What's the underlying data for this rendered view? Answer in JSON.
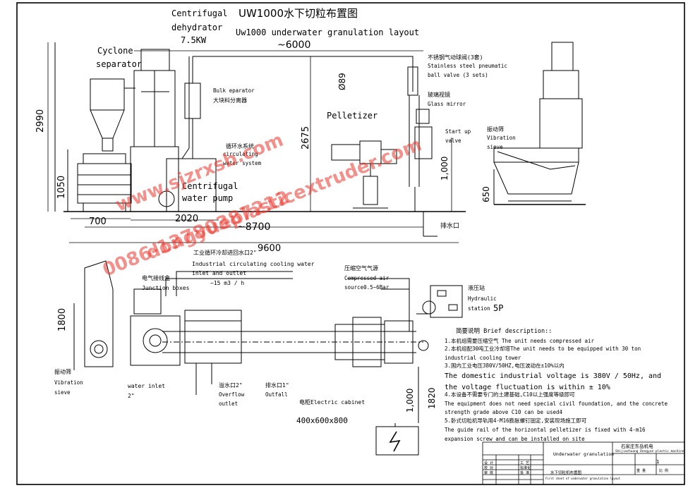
{
  "title": {
    "zh": "UW1000水下切粒布置图",
    "en": "Uw1000 underwater granulation layout"
  },
  "elevation": {
    "centrifugal_dehydrator": "Centrifugal",
    "centrifugal_dehydrator_2": "dehydrator",
    "dehydrator_power": "7.5KW",
    "cyclone": "Cyclone",
    "cyclone_2": "separator",
    "bulk_separator_en": "Bulk eparator",
    "bulk_separator_zh": "大块料分离器",
    "circ_water_zh": "循环水系统",
    "circ_water_en_1": "circulating",
    "circ_water_en_2": "water system",
    "pump_1": "Centrifugal",
    "pump_2": "water pump",
    "pelletizer": "Pelletizer",
    "valve_zh": "不锈钢气动球阀(3套)",
    "valve_en_1": "Stainless steel pneumatic",
    "valve_en_2": "ball valve (3 sets)",
    "glass_zh": "玻璃视镜",
    "glass_en": "Glass mirror",
    "startup_1": "Start up",
    "startup_2": "valve",
    "vib_zh": "振动筛",
    "vib_en_1": "Vibration",
    "vib_en_2": "sieve",
    "drain": "排水口",
    "dim_6000": "~6000",
    "dim_2990": "2990",
    "dim_1050": "1050",
    "dim_700": "700",
    "dim_2020": "2020",
    "dim_8700": "~8700",
    "dim_2675": "2675",
    "dim_89": "Ø89",
    "dim_1000": "1,000",
    "dim_650": "650"
  },
  "plan": {
    "dim_9600": "9600",
    "cooling_zh": "工业循环冷却进回水口2\"",
    "cooling_en_1": "Industrial circulating cooling water",
    "cooling_en_2": "inlet and outlet",
    "cooling_flow": "~15 m3 / h",
    "junction_zh": "电气接线盒",
    "junction_en": "Junction boxes",
    "air_zh": "压缩空气气源",
    "air_en_1": "Compressed air",
    "air_en_2": "source0.5~6Bar",
    "hydraulic_zh": "液压站",
    "hydraulic_en_1": "Hydraulic",
    "hydraulic_en_2": "station",
    "hydraulic_power": "5P",
    "dim_1800": "1800",
    "vib_zh": "振动筛",
    "vib_en_1": "Vibration",
    "vib_en_2": "sieve",
    "water_inlet_1": "water inlet",
    "water_inlet_2": "2\"",
    "overflow_zh": "溢水口2\"",
    "overflow_en_1": "Overflow",
    "overflow_en_2": "outlet",
    "outfall_zh": "排水口1\"",
    "outfall_en": "Outfall",
    "cabinet": "电柜Electric cabinet",
    "cabinet_size": "400x600x800",
    "dim_1000": "1,000",
    "dim_1820": "1820"
  },
  "notes": {
    "heading": "简要说明 Brief description::",
    "n1": "1.本机组需要压缩空气  The unit needs compressed air",
    "n2": "2.本机组配30吨工业冷却塔The unit needs to be equipped with 30 ton",
    "n2b": "industrial cooling tower",
    "n3": "3.国内工业电压380V/50HZ,电压波动在±10%以内",
    "n3b": "The domestic industrial voltage is 380V / 50Hz, and",
    "n3c": "the voltage fluctuation is within ± 10%",
    "n4": "4.本设备不需要专门的土建基础,C10以上强度等级即可",
    "n4b": "The equipment does not need special civil foundation, and the concrete",
    "n4c": "strength grade above C10 can be used4",
    "n5": "5.卧式切粒机导轨用4-M16膨胀螺钉固定,安装现场施工即可",
    "n5b": "The guide rail of the horizontal pelletizer is fixed with 4-m16",
    "n5c": "expansion screw and can be installed on site"
  },
  "title_block": {
    "company": "石家庄东岳机电",
    "company_en": "Shijiazhuang Dongyue plastic machine",
    "project": "Underwater granulation",
    "sheet": "1",
    "drawing_zh": "水下切粒机布置图",
    "drawing_en": "First sheet of underwater granulation layout",
    "row1": "设 计",
    "row2": "校 对",
    "row3": "审 核",
    "row4": "工 艺",
    "row5": "标准化",
    "row6": "批 准",
    "mark": "重 量",
    "scale": "比 例"
  },
  "watermark": {
    "w1": "www.sjzrxsb.com",
    "w2": "dongyueplasticextruder.com",
    "w3": "0086-13780387212"
  },
  "colors": {
    "line": "#000000",
    "watermark": "#e8392f"
  }
}
